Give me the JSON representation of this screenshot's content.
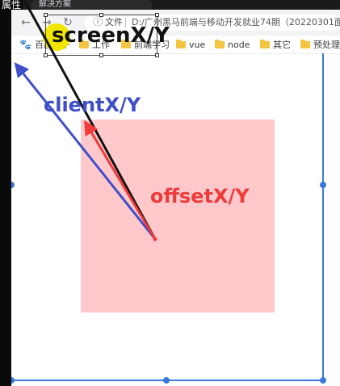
{
  "caption": "属性",
  "browser": {
    "tab_title": "解决方案",
    "nav_icons": [
      "back-icon",
      "forward-icon",
      "reload-icon"
    ],
    "address": {
      "info_icon": "info-icon",
      "scheme_label": "文件",
      "url": "D:/广州黑马前端与移动开发就业74期（20220301面"
    },
    "bookmarks": [
      {
        "icon": "paw-icon",
        "label": "百度一下"
      },
      {
        "icon": "folder-icon",
        "label": "工作"
      },
      {
        "icon": "folder-icon",
        "label": "前端学习"
      },
      {
        "icon": "folder-icon",
        "label": "vue"
      },
      {
        "icon": "folder-icon",
        "label": "node"
      },
      {
        "icon": "folder-icon",
        "label": "其它"
      },
      {
        "icon": "folder-icon",
        "label": "预处理"
      }
    ]
  },
  "annotations": {
    "screen_label": "screenX/Y",
    "client_label": "clientX/Y",
    "offset_label": "offsetX/Y"
  },
  "colors": {
    "screen": "#111111",
    "client": "#3f4ec9",
    "offset": "#ef3b3b",
    "box": "#ffc9cc",
    "frame": "#3b78dd",
    "highlight": "#f2e600"
  }
}
